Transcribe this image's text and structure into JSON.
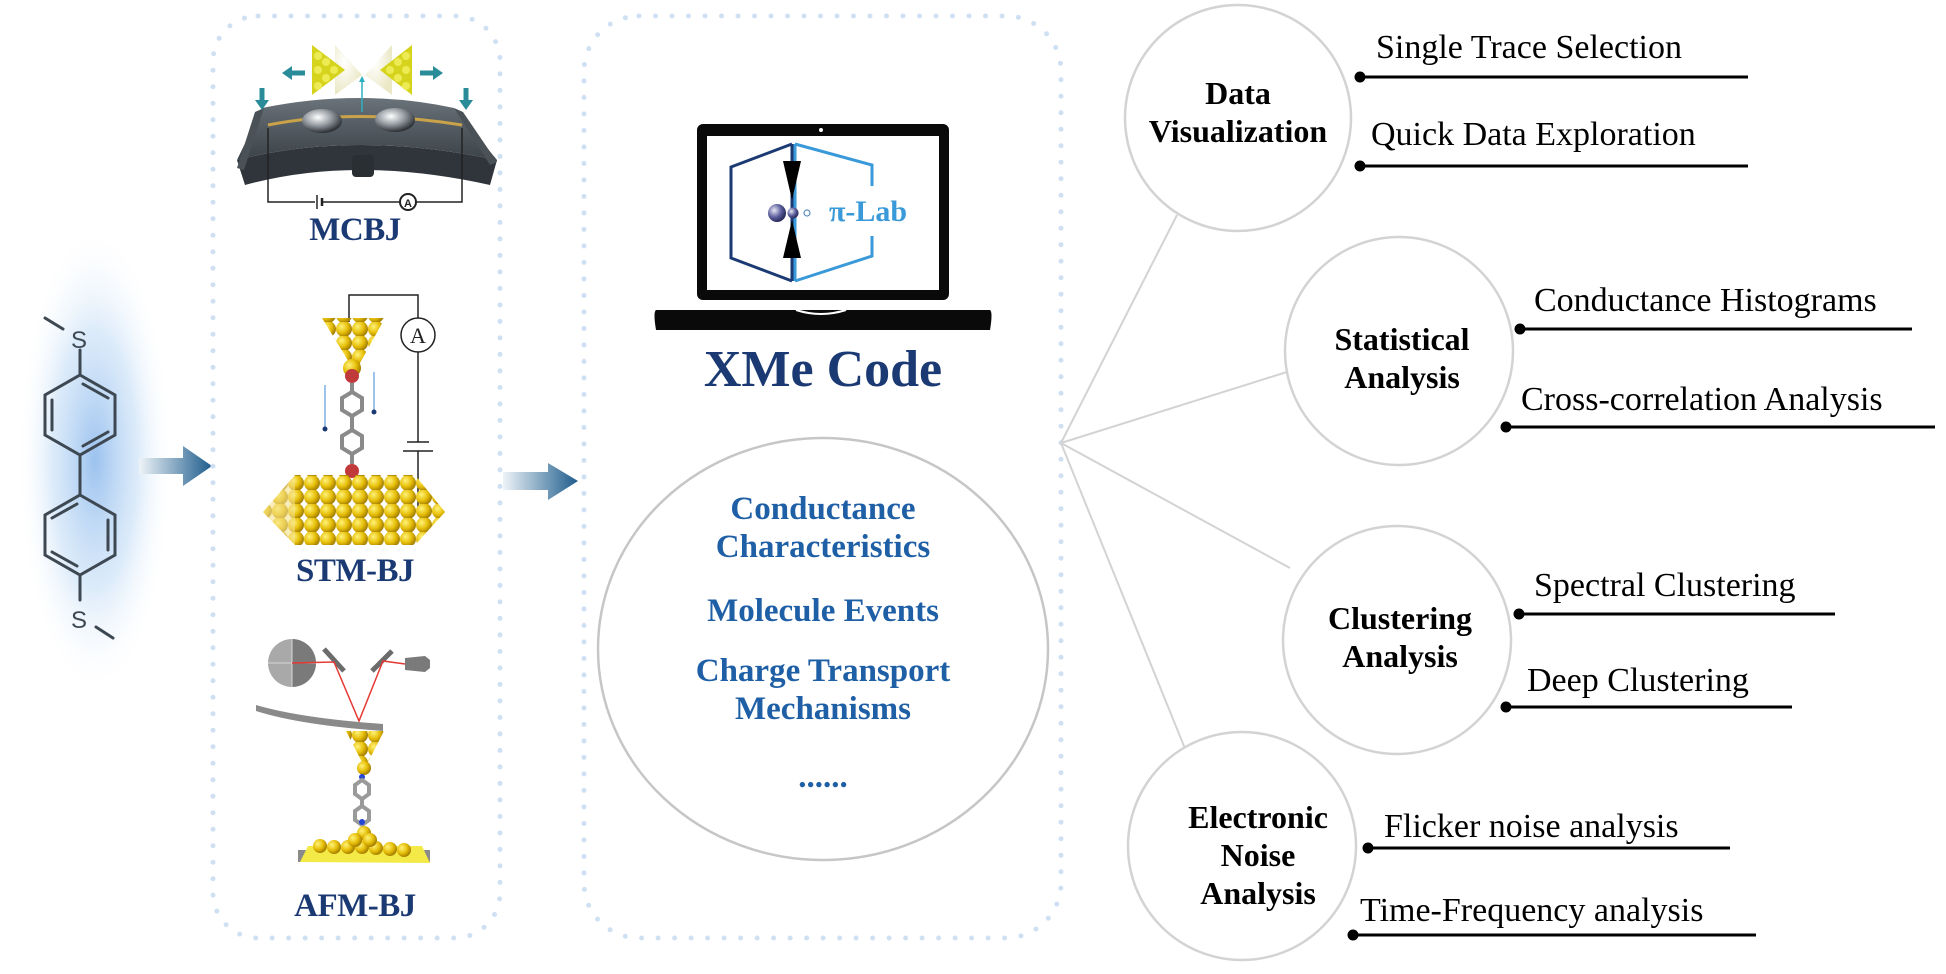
{
  "molecule": {
    "atom_labels": [
      "S",
      "S"
    ],
    "glow_color": "#4a90e2"
  },
  "techniques": [
    {
      "id": "mcbj",
      "label": "MCBJ",
      "meter": "A"
    },
    {
      "id": "stm",
      "label": "STM-BJ",
      "meter": "A"
    },
    {
      "id": "afm",
      "label": "AFM-BJ"
    }
  ],
  "software": {
    "logo_text": "π-Lab",
    "title": "XMe Code",
    "features": [
      [
        "Conductance",
        "Characteristics"
      ],
      [
        "Molecule Events"
      ],
      [
        "Charge Transport",
        "Mechanisms"
      ],
      [
        "......"
      ]
    ]
  },
  "analysis": [
    {
      "id": "data-visualization",
      "title_lines": [
        "Data",
        "Visualization"
      ],
      "items": [
        "Single Trace Selection",
        "Quick Data Exploration"
      ]
    },
    {
      "id": "statistical-analysis",
      "title_lines": [
        "Statistical",
        "Analysis"
      ],
      "items": [
        "Conductance Histograms",
        "Cross-correlation Analysis"
      ]
    },
    {
      "id": "clustering-analysis",
      "title_lines": [
        "Clustering",
        "Analysis"
      ],
      "items": [
        "Spectral Clustering",
        "Deep Clustering"
      ]
    },
    {
      "id": "electronic-noise-analysis",
      "title_lines": [
        "Electronic",
        "Noise",
        "Analysis"
      ],
      "items": [
        "Flicker noise analysis",
        "Time-Frequency analysis"
      ]
    }
  ],
  "colors": {
    "navy": "#1b3a73",
    "feature_blue": "#1f5fa6",
    "pilab_blue": "#3a9ad9",
    "dotted_border": "#cfe0f3",
    "circle_stroke": "#d3d3d3",
    "gold": "#e8c20a"
  }
}
